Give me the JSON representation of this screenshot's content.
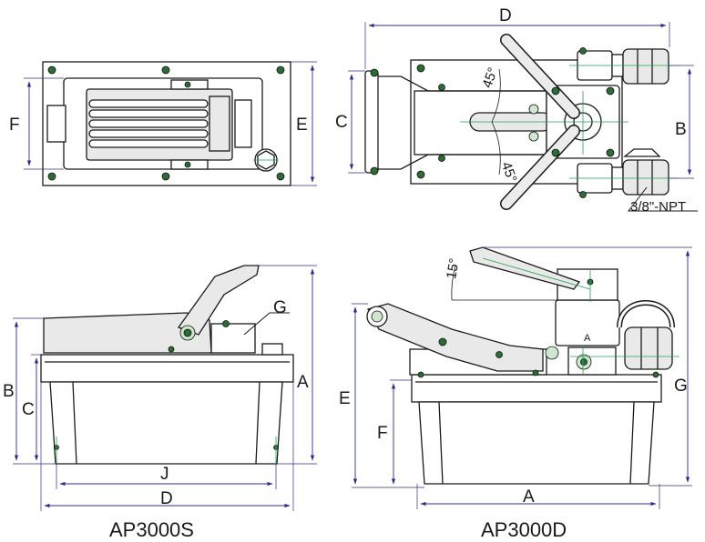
{
  "models": {
    "single": "AP3000S",
    "double": "AP3000D"
  },
  "thread_callout": "3/8\"-NPT",
  "angles": {
    "top_upper": "45°",
    "top_lower": "45°",
    "side_handle": "15°"
  },
  "dims": {
    "top_single": {
      "left": "F",
      "right": "E"
    },
    "top_double": {
      "top": "D",
      "left": "C",
      "right": "B"
    },
    "side_single": {
      "left_outer": "B",
      "left_inner": "C",
      "right": "A",
      "callout": "G",
      "bottom_inner": "J",
      "bottom_outer": "D"
    },
    "side_double": {
      "left_outer": "E",
      "left_inner": "F",
      "right": "G",
      "bottom": "A",
      "valve_mark": "A"
    }
  },
  "colors": {
    "outline": "#1a1a1a",
    "dimension": "#2d2d8f",
    "centerline": "#22a050",
    "bolt": "#2c6d35"
  }
}
